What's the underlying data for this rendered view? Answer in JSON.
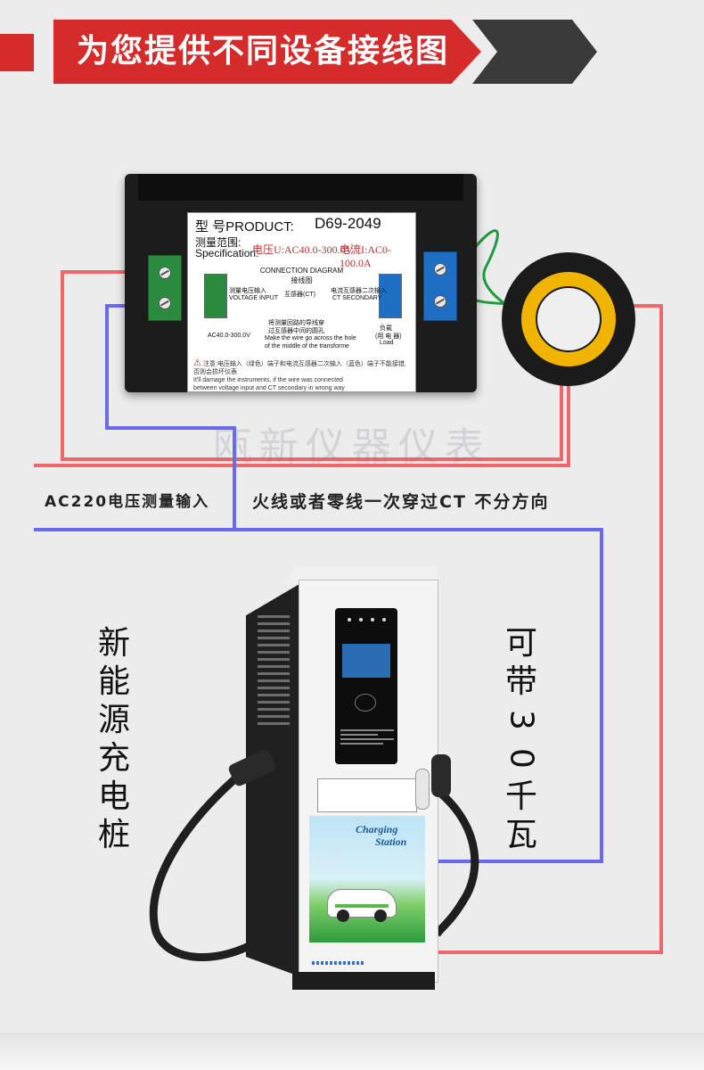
{
  "banner": {
    "title": "为您提供不同设备接线图"
  },
  "meter": {
    "product_prefix": "型    号PRODUCT:",
    "model": "D69-2049",
    "range_label_cn": "测量范围:",
    "range_label_en": "Specification:",
    "voltage_range": "电压U:AC40.0-300.0V",
    "current_range": "电流I:AC0-100.0A",
    "connection_title": "CONNECTION DIAGRAM",
    "connection_title_cn": "接线图",
    "voltage_input_cn": "测量电压输入",
    "voltage_input_en": "VOLTAGE INPUT",
    "ct_label": "互感器(CT)",
    "ct_secondary_cn": "电流互感器二次输入",
    "ct_secondary_en": "CT SECONDARY",
    "wire_note_cn_1": "将测量回路的导线穿",
    "wire_note_cn_2": "过互感器中间的圆孔",
    "wire_note_en_1": "Make the wire go across the hole",
    "wire_note_en_2": "of the middle of the transforme",
    "load_cn": "负载",
    "load_cn2": "(用 电 器)",
    "load_en": "Load",
    "voltage_range_small": "AC40.0-300.0V",
    "warning_cn": "注意:电压输入（绿色）端子和电流互感器二次输入（蓝色）端子不能接错,否则会损坏仪表",
    "warning_en_1": "It'll damage the instruments, if the wire was connected",
    "warning_en_2": "between voltage input and CT secondary in wrong way"
  },
  "watermark": "瓯新仪器仪表",
  "labels": {
    "ac_input": "AC220电压测量输入",
    "fire_line": "火线或者零线一次穿过CT 不分方向",
    "left_vertical": [
      "新",
      "能",
      "源",
      "充",
      "电",
      "桩"
    ],
    "right_vertical": [
      "可",
      "带",
      "3",
      "0",
      "千",
      "瓦"
    ]
  },
  "charger": {
    "ad_title_1": "Charging",
    "ad_title_2": "Station"
  },
  "colors": {
    "banner_red": "#d52b2b",
    "banner_dark": "#3a3a3a",
    "wire_red": "#f0676b",
    "wire_blue": "#6a6af0",
    "wire_green": "#1e9c3f",
    "ct_yellow": "#f1b400"
  }
}
